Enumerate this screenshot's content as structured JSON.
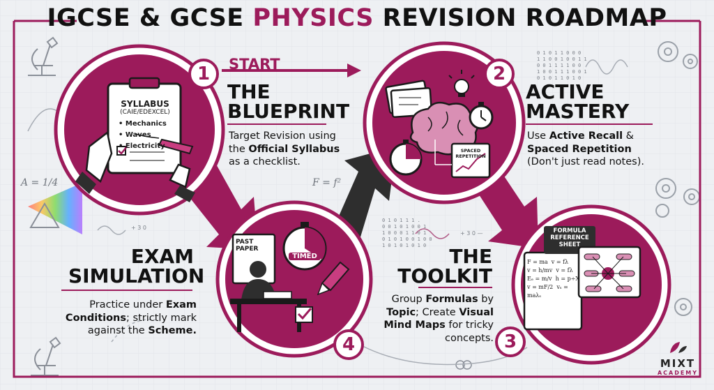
{
  "title": {
    "part1": "IGCSE & GCSE",
    "part2": "PHYSICS",
    "part3": "REVISION ROADMAP"
  },
  "start_label": "START",
  "colors": {
    "accent": "#9c1b5b",
    "accent_light": "#c93d80",
    "ink": "#1a1a1a",
    "arrow_dark": "#2e2e2e"
  },
  "steps": [
    {
      "number": "1",
      "heading_line1": "THE",
      "heading_line2": "BLUEPRINT",
      "desc_pre": "Target Revision using the ",
      "desc_bold": "Official Syllabus",
      "desc_post": " as a checklist.",
      "clipboard_title": "SYLLABUS",
      "clipboard_sub": "(CAIE/EDEXCEL)",
      "clipboard_items": [
        "Mechanics",
        "Waves",
        "Electricity"
      ],
      "icon": "clipboard-checklist-icon"
    },
    {
      "number": "2",
      "heading_line1": "ACTIVE",
      "heading_line2": "MASTERY",
      "desc_pre": "Use ",
      "desc_bold1": "Active Recall",
      "desc_mid": " & ",
      "desc_bold2": "Spaced Repetition",
      "desc_post": " (Don't just read notes).",
      "card_label_1": "SPACED",
      "card_label_2": "REPETITION",
      "icon": "brain-icon"
    },
    {
      "number": "3",
      "heading_line1": "THE",
      "heading_line2": "TOOLKIT",
      "desc_pre": "Group ",
      "desc_bold1": "Formulas",
      "desc_mid1": " by ",
      "desc_bold2": "Topic",
      "desc_mid2": "; Create ",
      "desc_bold3": "Visual Mind Maps",
      "desc_post": " for tricky concepts.",
      "sheet_title": "FORMULA REFERENCE SHEET",
      "formulas": [
        "F = ma",
        "v = fλ",
        "v = h/mv",
        "v = fλ",
        "Eₑ = m/v",
        "h = p÷X",
        "v = mF/2",
        "vₛ = maλₛ"
      ],
      "icon": "formula-sheet-icon"
    },
    {
      "number": "4",
      "heading_line1": "EXAM",
      "heading_line2": "SIMULATION",
      "desc_pre": "Practice under ",
      "desc_bold1": "Exam Conditions",
      "desc_mid": "; strictly mark against the ",
      "desc_bold2": "Scheme.",
      "paper_label": "PAST PAPER",
      "timer_label": "TIMED",
      "icon": "exam-desk-icon"
    }
  ],
  "deco": {
    "formula_a": "A = 1/4",
    "formula_f": "F = f²",
    "binary_1": [
      "0 1 0 1 1 0 0 0",
      "1 1 0 0 1 0 0 1 1",
      "0 0 1 1 1 1 0 0",
      "1 0 0 1 1 1 0 0 1",
      "0 1 0 1 1 0 1 0"
    ],
    "binary_2": [
      "0 1 0 1 1 1 .",
      "0 0 1 0 1 0 0 1",
      "1 0 0 0 1 1 0 1",
      "0 1 0 1 0 0 1 0 0",
      "1 0 1 0 1 0 1 0"
    ],
    "wave_label_1": "+ 3 0",
    "wave_label_2": "+ 3 0 —"
  },
  "logo": {
    "name": "MIXT",
    "sub": "ACADEMY"
  }
}
